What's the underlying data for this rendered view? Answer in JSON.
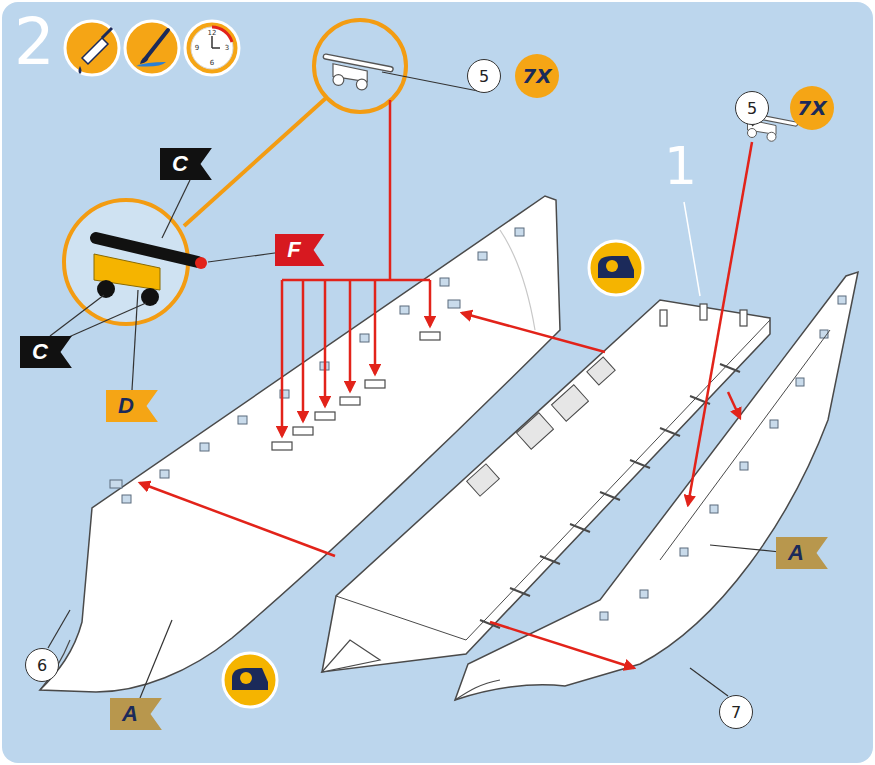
{
  "diagram": {
    "nodes": [
      {
        "text": [
          "5"
        ]
      },
      {
        "text": [
          "7X"
        ]
      },
      {
        "text": [
          "C"
        ]
      },
      {
        "text": [
          "F"
        ]
      },
      {
        "text": [
          "C"
        ]
      },
      {
        "text": [
          "D"
        ]
      },
      {
        "text": [
          "5"
        ]
      },
      {
        "text": [
          "7X"
        ]
      },
      {
        "text": [
          "A"
        ]
      },
      {
        "text": [
          "6"
        ]
      },
      {
        "text": [
          "A"
        ]
      },
      {
        "text": [
          "7"
        ]
      }
    ],
    "labels": [
      "2",
      "12",
      "3",
      "6",
      "9",
      "1"
    ]
  }
}
